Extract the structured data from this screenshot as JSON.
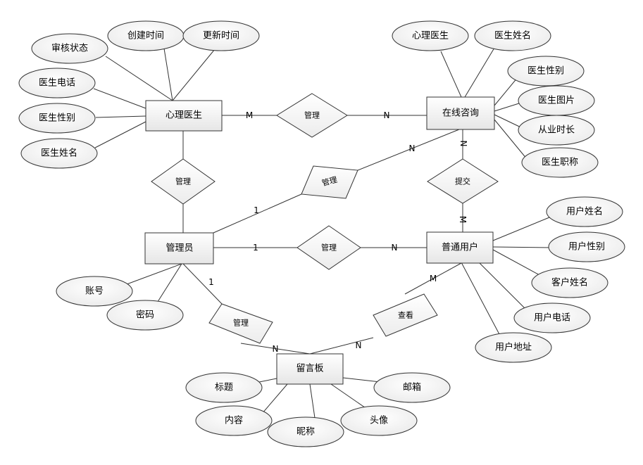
{
  "entities": {
    "doctor": "心理医生",
    "consult": "在线咨询",
    "admin": "管理员",
    "user": "普通用户",
    "board": "留言板"
  },
  "relationships": {
    "doctor_consult": "管理",
    "doctor_admin": "管理",
    "admin_consult": "管理",
    "user_consult": "提交",
    "admin_user": "管理",
    "admin_board": "管理",
    "user_board": "查看"
  },
  "attributes": {
    "doctor": [
      "审核状态",
      "创建时间",
      "更新时间",
      "医生电话",
      "医生性别",
      "医生姓名"
    ],
    "consult": [
      "心理医生",
      "医生姓名",
      "医生性别",
      "医生图片",
      "从业时长",
      "医生职称"
    ],
    "admin": [
      "账号",
      "密码"
    ],
    "user": [
      "用户姓名",
      "用户性别",
      "客户姓名",
      "用户电话",
      "用户地址"
    ],
    "board": [
      "标题",
      "内容",
      "昵称",
      "头像",
      "邮箱"
    ]
  },
  "cardinalities": {
    "doctor_consult_m": "M",
    "doctor_consult_n": "N",
    "admin_consult_1": "1",
    "admin_consult_n": "N",
    "user_consult_m": "M",
    "user_consult_n": "N",
    "admin_user_1": "1",
    "admin_user_n": "N",
    "admin_board_1": "1",
    "admin_board_n": "N",
    "user_board_m": "M",
    "user_board_n": "N"
  }
}
